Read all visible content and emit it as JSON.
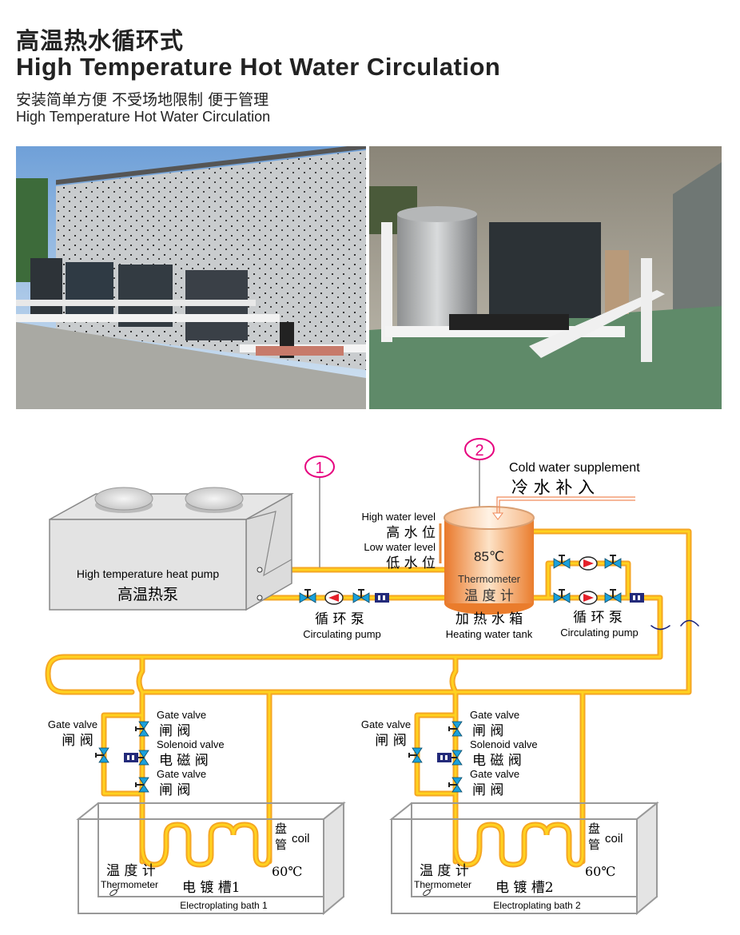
{
  "header": {
    "title_cn": "高温热水循环式",
    "title_en": "High Temperature Hot Water Circulation",
    "subtitle_cn": "安装简单方便  不受场地限制  便于管理",
    "subtitle_en": "High Temperature Hot Water Circulation"
  },
  "diagram": {
    "marker_1": "1",
    "marker_2": "2",
    "cold_water_en": "Cold water supplement",
    "cold_water_cn": "冷 水 补 入",
    "high_level_en": "High water level",
    "high_level_cn": "高 水 位",
    "low_level_en": "Low water level",
    "low_level_cn": "低 水 位",
    "tank_temp": "85℃",
    "tank_thermometer_en": "Thermometer",
    "tank_thermometer_cn": "温 度 计",
    "tank_cn": "加 热 水 箱",
    "tank_en": "Heating water tank",
    "heat_pump_en": "High temperature heat pump",
    "heat_pump_cn": "高温热泵",
    "pump_left_cn": "循 环 泵",
    "pump_left_en": "Circulating pump",
    "pump_right_cn": "循 环 泵",
    "pump_right_en": "Circulating pump",
    "baths": [
      {
        "bypass_en": "Gate valve",
        "bypass_cn": "闸 阀",
        "gate1_en": "Gate valve",
        "gate1_cn": "闸 阀",
        "solenoid_en": "Solenoid valve",
        "solenoid_cn": "电 磁 阀",
        "gate2_en": "Gate valve",
        "gate2_cn": "闸 阀",
        "coil_cn_1": "盘",
        "coil_cn_2": "管",
        "coil_en": "coil",
        "temp": "60℃",
        "thermometer_cn": "温 度 计",
        "thermometer_en": "Thermometer",
        "name_cn": "电 镀 槽1",
        "name_en": "Electroplating bath 1"
      },
      {
        "bypass_en": "Gate valve",
        "bypass_cn": "闸 阀",
        "gate1_en": "Gate valve",
        "gate1_cn": "闸 阀",
        "solenoid_en": "Solenoid valve",
        "solenoid_cn": "电 磁 阀",
        "gate2_en": "Gate valve",
        "gate2_cn": "闸 阀",
        "coil_cn_1": "盘",
        "coil_cn_2": "管",
        "coil_en": "coil",
        "temp": "60℃",
        "thermometer_cn": "温 度 计",
        "thermometer_en": "Thermometer",
        "name_cn": "电 镀 槽2",
        "name_en": "Electroplating bath 2"
      }
    ]
  },
  "colors": {
    "pipe": "#f5a623",
    "pipe_core": "#ffd21f",
    "valve": "#1ba1db",
    "marker": "#e6007e",
    "tank": "#f08a30"
  }
}
